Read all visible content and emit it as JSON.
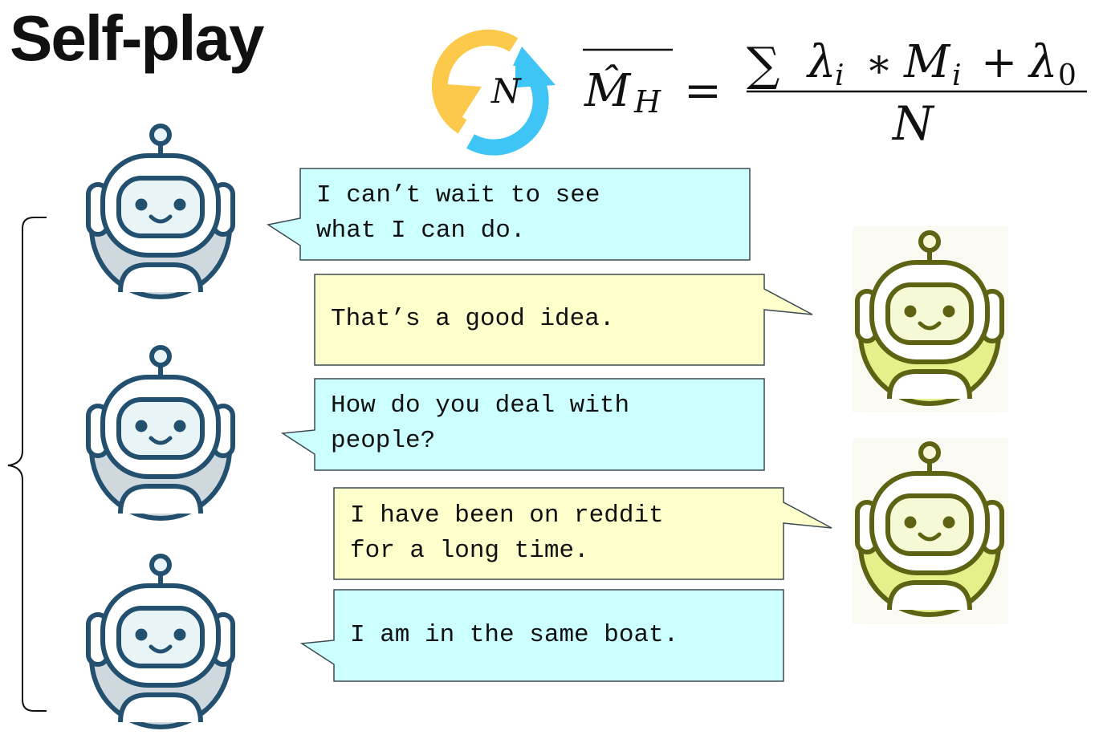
{
  "title": "Self-play",
  "formula": {
    "cycle_label": "N",
    "lhs": "M̂",
    "lhs_subscript": "H",
    "equals": "=",
    "numerator_sum": "∑",
    "numerator_lambda": "λ",
    "numerator_i": "i",
    "numerator_times": "∗",
    "numerator_m": "M",
    "numerator_m_i": "i",
    "numerator_plus": "+",
    "numerator_lambda0": "λ",
    "numerator_zero": "0",
    "denominator": "N"
  },
  "colors": {
    "blue_bubble": "#ccffff",
    "yellow_bubble": "#ffffcc",
    "blue_robot": "#22506e",
    "blue_robot_fill": "#cfd9dd",
    "yellow_robot": "#5e6314",
    "yellow_robot_fill": "#e6f08a",
    "cycle_orange": "#fcc94a",
    "cycle_blue": "#3ec4f5"
  },
  "messages": [
    {
      "speaker": "blue",
      "text": "I can’t wait to see\nwhat I can do."
    },
    {
      "speaker": "yellow",
      "text": "That’s a good idea."
    },
    {
      "speaker": "blue",
      "text": "How do you deal with\npeople?"
    },
    {
      "speaker": "yellow",
      "text": "I have been on reddit\nfor a long time."
    },
    {
      "speaker": "blue",
      "text": "I am in the same boat."
    }
  ]
}
